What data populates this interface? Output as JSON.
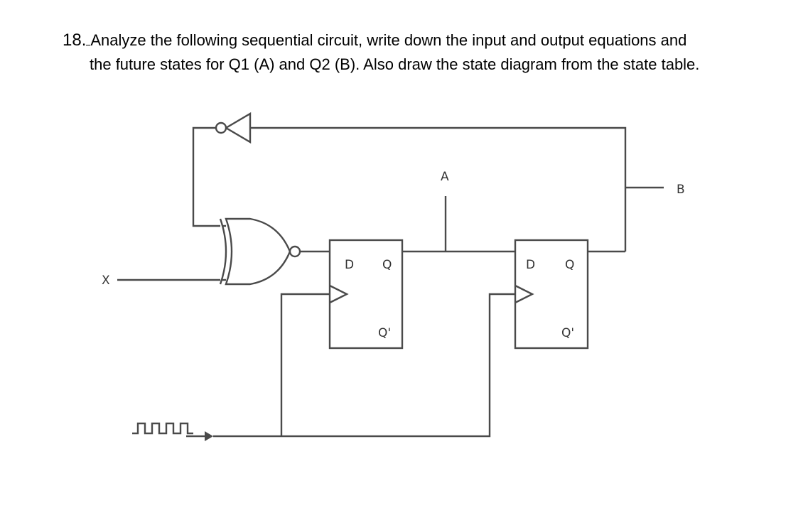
{
  "question": {
    "number": "18.",
    "line1": "Analyze the following sequential circuit, write down the input and output equations and",
    "line2": "the future states for Q1 (A) and Q2 (B). Also draw the state diagram from the state table."
  },
  "circuit": {
    "input_label": "X",
    "output_a_label": "A",
    "output_b_label": "B",
    "ff1": {
      "d_label": "D",
      "q_label": "Q",
      "qbar_label": "Q'"
    },
    "ff2": {
      "d_label": "D",
      "q_label": "Q",
      "qbar_label": "Q'"
    },
    "icons": [
      "inverter-gate",
      "xnor-gate",
      "clock-pulse-icon"
    ]
  }
}
